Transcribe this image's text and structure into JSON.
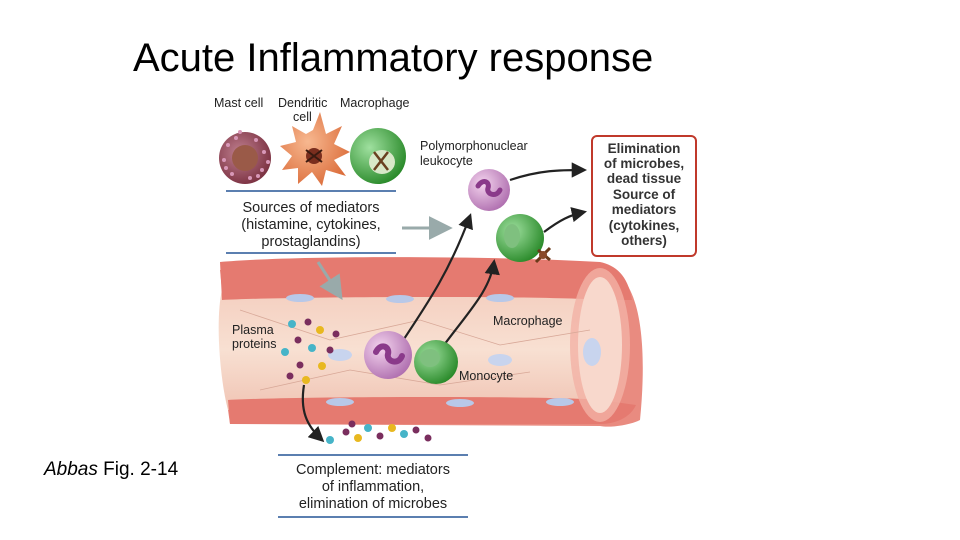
{
  "slide": {
    "title": "Acute Inflammatory response",
    "caption_author": "Abbas",
    "caption_rest": " Fig. 2-14"
  },
  "figure": {
    "cell_labels": {
      "mast_cell": "Mast cell",
      "dendritic_line1": "Dendritic",
      "dendritic_line2": "cell",
      "macrophage": "Macrophage",
      "pmn_line1": "Polymorphonuclear",
      "pmn_line2": "leukocyte",
      "macrophage_tissue": "Macrophage",
      "monocyte": "Monocyte",
      "plasma_line1": "Plasma",
      "plasma_line2": "proteins"
    },
    "sources_box": [
      "Sources of mediators",
      "(histamine, cytokines,",
      "prostaglandins)"
    ],
    "elimination_box": [
      "Elimination",
      "of microbes,",
      "dead tissue",
      "Source of",
      "mediators",
      "(cytokines,",
      "others)"
    ],
    "complement_box": [
      "Complement: mediators",
      "of inflammation,",
      "elimination of microbes"
    ],
    "colors": {
      "vessel_wall": "#e98b80",
      "vessel_lumen": "#f6d7c7",
      "red_box": "#c0392b",
      "blue_rule": "#5b7fb0",
      "pmn": "#b070b0",
      "macrophage": "#3aa03a",
      "mast": "#8a3e4e",
      "dendritic": "#e9895a"
    }
  }
}
